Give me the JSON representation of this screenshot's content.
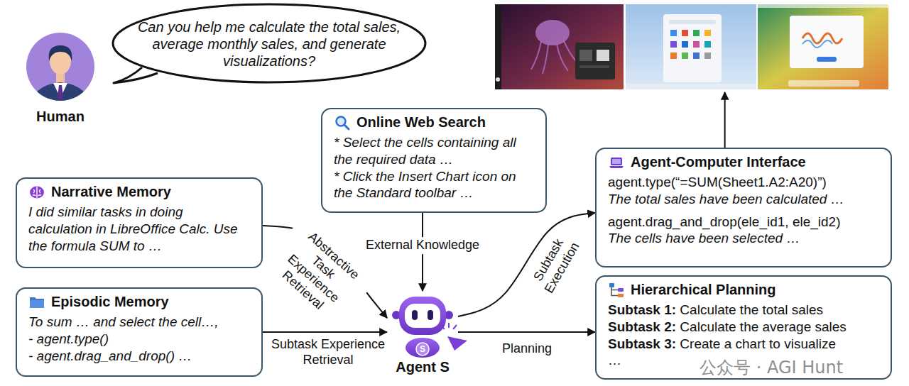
{
  "diagram": {
    "nodes": [
      {
        "text": [
          "Human"
        ]
      },
      {
        "text": [
          "Can you help me calculate the total sales, average monthly sales, and generate visualizations?"
        ]
      },
      {
        "text": [
          "Online Web Search",
          "* Select the cells containing all the required data …",
          "* Click the Insert Chart icon on the Standard toolbar …"
        ]
      },
      {
        "text": [
          "Agent-Computer Interface",
          "agent.type(“=SUM(Sheet1.A2:A20)”)",
          "The total sales have been calculated …",
          "agent.drag_and_drop(ele_id1, ele_id2)",
          "The cells have been selected …"
        ]
      },
      {
        "text": [
          "Narrative Memory",
          "I did similar tasks in doing calculation in LibreOffice Calc. Use the formula SUM to …"
        ]
      },
      {
        "text": [
          "Episodic Memory",
          "To sum … and select the cell…,",
          "- agent.type()",
          "- agent.drag_and_drop() …"
        ]
      },
      {
        "text": [
          "Agent S"
        ]
      },
      {
        "text": [
          "Hierarchical Planning",
          "Subtask 1: Calculate the total sales",
          "Subtask 2: Calculate the average sales",
          "Subtask 3: Create a chart to visualize",
          "…"
        ]
      }
    ],
    "edges": [
      {
        "from": 4,
        "to": 6,
        "arrow": "to",
        "label": "Abstractive Task Experience Retrieval"
      },
      {
        "from": 5,
        "to": 6,
        "arrow": "to",
        "label": "Subtask Experience Retrieval"
      },
      {
        "from": 2,
        "to": 6,
        "arrow": "to",
        "label": "External Knowledge"
      },
      {
        "from": 6,
        "to": 3,
        "arrow": "to",
        "label": "Subtask Execution"
      },
      {
        "from": 6,
        "to": 7,
        "arrow": "to",
        "label": "Planning"
      }
    ],
    "labels": [
      "S",
      "公众号 · AGI Hunt"
    ]
  }
}
